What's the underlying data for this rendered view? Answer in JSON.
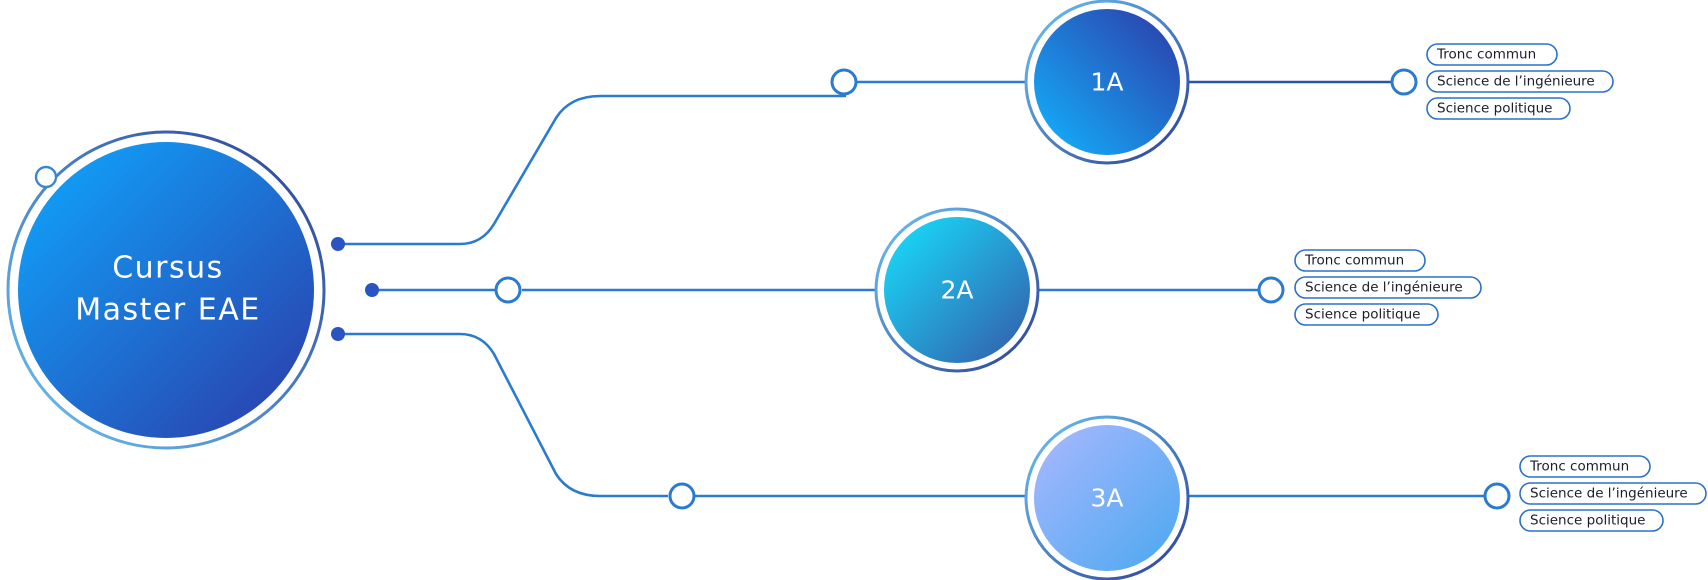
{
  "root": {
    "label_line1": "Cursus",
    "label_line2": "Master EAE"
  },
  "years": [
    {
      "label": "1A",
      "subjects": [
        "Tronc commun",
        "Science de l’ingénieure",
        "Science politique"
      ]
    },
    {
      "label": "2A",
      "subjects": [
        "Tronc commun",
        "Science de l’ingénieure",
        "Science politique"
      ]
    },
    {
      "label": "3A",
      "subjects": [
        "Tronc commun",
        "Science de l’ingénieure",
        "Science politique"
      ]
    }
  ],
  "colors": {
    "line": "#2a7bd0",
    "ring_dark": "#2a3f96",
    "ring_light": "#4aa8e8",
    "dot": "#2a55c0",
    "pill_border": "#2a70c8"
  }
}
